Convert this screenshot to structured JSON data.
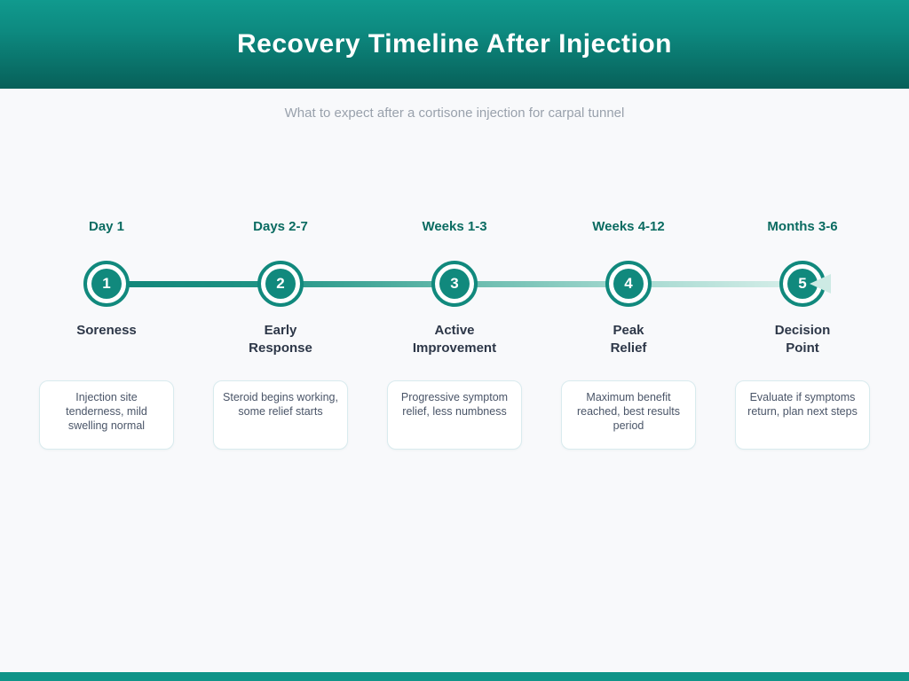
{
  "header": {
    "title": "Recovery Timeline After Injection"
  },
  "subtitle": "What to expect after a cortisone injection for carpal tunnel",
  "stages": [
    {
      "number": "1",
      "date": "Day 1",
      "name": "Soreness",
      "description": "Injection site tenderness, mild swelling normal"
    },
    {
      "number": "2",
      "date": "Days 2-7",
      "name": "Early\nResponse",
      "description": "Steroid begins working, some relief starts"
    },
    {
      "number": "3",
      "date": "Weeks 1-3",
      "name": "Active\nImprovement",
      "description": "Progressive symptom relief, less numbness"
    },
    {
      "number": "4",
      "date": "Weeks 4-12",
      "name": "Peak\nRelief",
      "description": "Maximum benefit reached, best results period"
    },
    {
      "number": "5",
      "date": "Months 3-6",
      "name": "Decision\nPoint",
      "description": "Evaluate if symptoms return, plan next steps"
    }
  ],
  "colors": {
    "header_gradient_top": "#109A8E",
    "header_gradient_bottom": "#076059",
    "footer_bar": "#0F9488",
    "page_background": "#F8F9FB",
    "circle_teal": "#11897D",
    "date_label": "#0A6B61",
    "stage_name": "#2D3748",
    "card_text": "#4A5568",
    "card_border": "#D9EBEE",
    "line_gradient_start": "#108578",
    "line_gradient_end": "#D8EFEA",
    "arrow": "#CDEAE4"
  }
}
